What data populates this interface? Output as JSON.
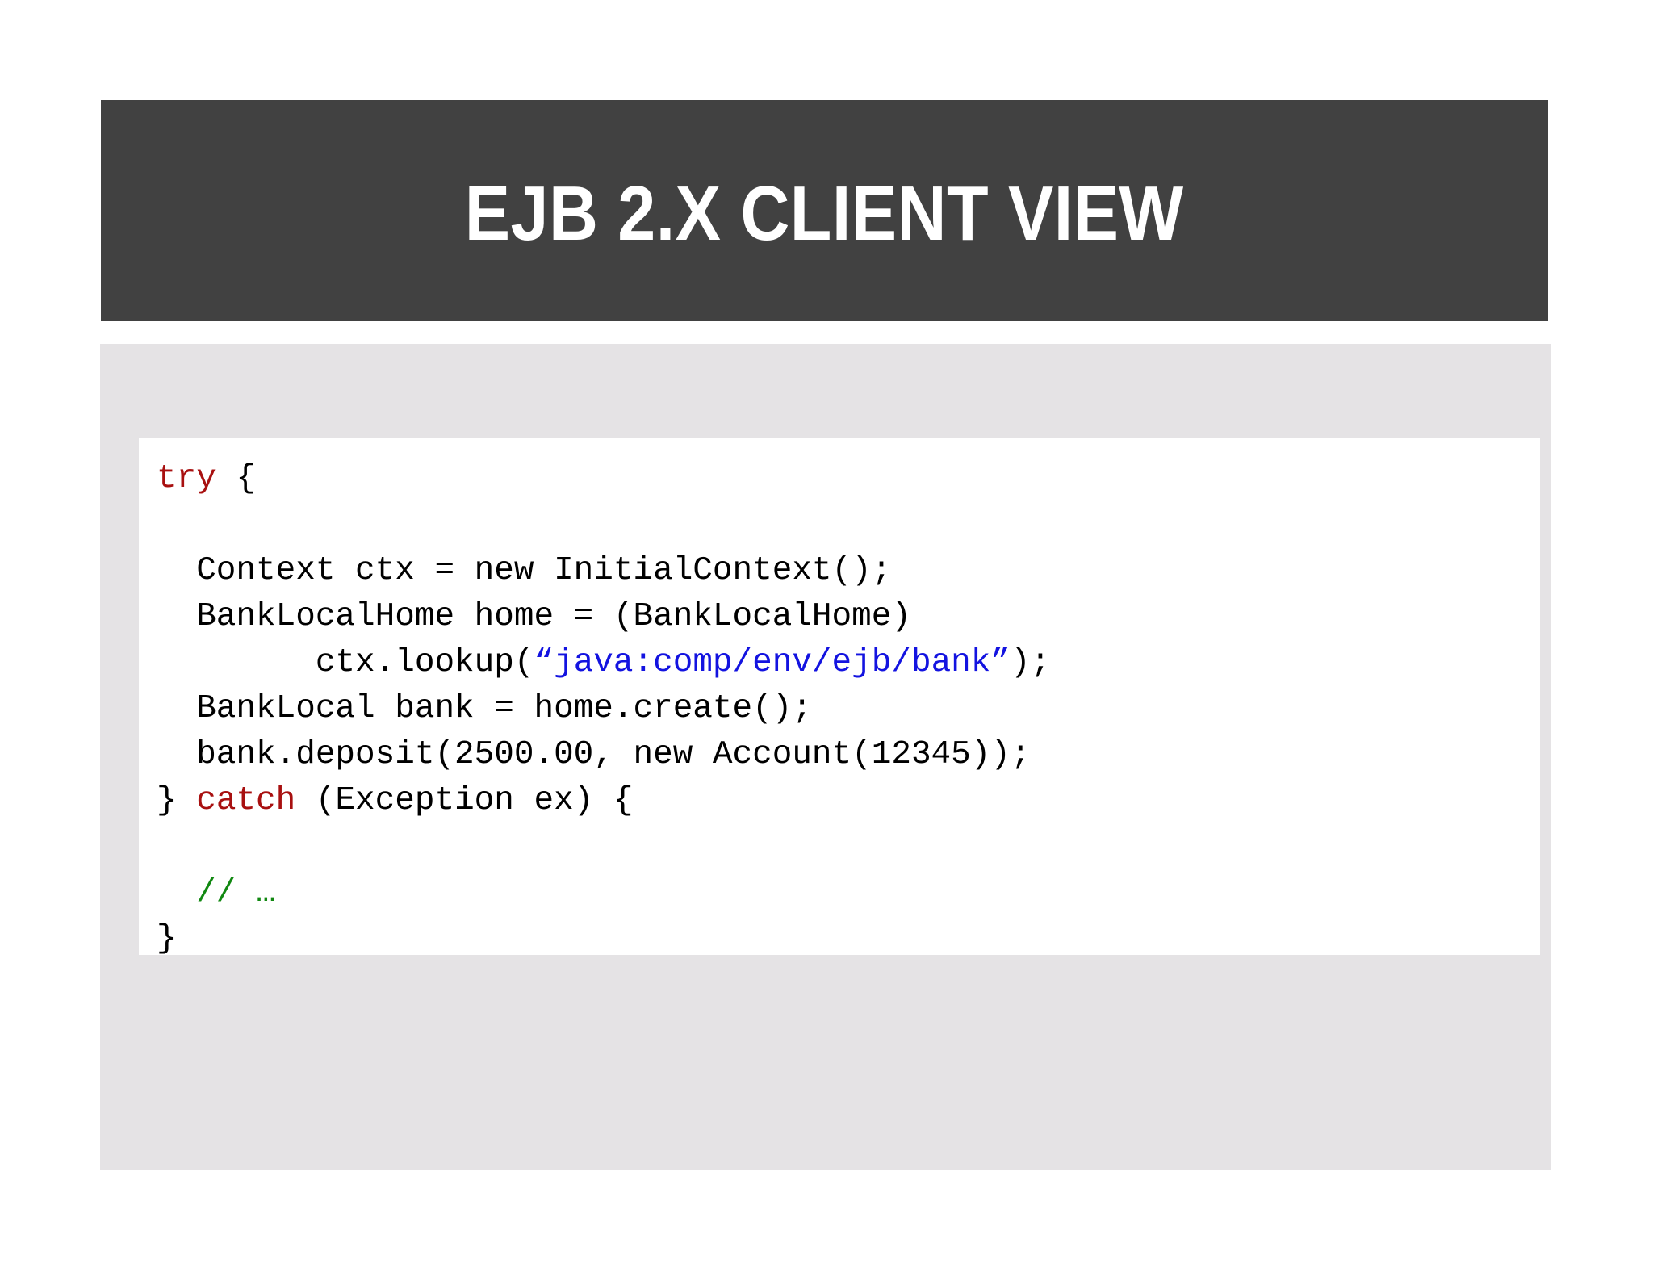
{
  "slide": {
    "title": "EJB 2.X CLIENT VIEW",
    "colors": {
      "title_bar_bg": "#414141",
      "title_text": "#ffffff",
      "body_panel_bg": "#e5e3e5",
      "code_card_bg": "#ffffff",
      "code_text": "#000000",
      "keyword": "#a81010",
      "string": "#1313e0",
      "comment": "#118811"
    }
  },
  "code": {
    "language": "java",
    "lines": [
      {
        "id": "line-1",
        "tokens": [
          {
            "t": "try",
            "c": "keyword"
          },
          {
            "t": " {",
            "c": "plain"
          }
        ]
      },
      {
        "id": "line-2",
        "tokens": [
          {
            "t": "",
            "c": "plain"
          }
        ]
      },
      {
        "id": "line-3",
        "tokens": [
          {
            "t": "  Context ctx = new InitialContext();",
            "c": "plain"
          }
        ]
      },
      {
        "id": "line-4",
        "tokens": [
          {
            "t": "  BankLocalHome home = (BankLocalHome)",
            "c": "plain"
          }
        ]
      },
      {
        "id": "line-5",
        "tokens": [
          {
            "t": "        ctx.lookup(",
            "c": "plain"
          },
          {
            "t": "“java:comp/env/ejb/bank”",
            "c": "string"
          },
          {
            "t": ");",
            "c": "plain"
          }
        ]
      },
      {
        "id": "line-6",
        "tokens": [
          {
            "t": "  BankLocal bank = home.create();",
            "c": "plain"
          }
        ]
      },
      {
        "id": "line-7",
        "tokens": [
          {
            "t": "  bank.deposit(2500.00, new Account(12345));",
            "c": "plain"
          }
        ]
      },
      {
        "id": "line-8",
        "tokens": [
          {
            "t": "} ",
            "c": "plain"
          },
          {
            "t": "catch",
            "c": "keyword"
          },
          {
            "t": " (Exception ex) {",
            "c": "plain"
          }
        ]
      },
      {
        "id": "line-9",
        "tokens": [
          {
            "t": "",
            "c": "plain"
          }
        ]
      },
      {
        "id": "line-10",
        "tokens": [
          {
            "t": "  // …",
            "c": "comment"
          }
        ]
      },
      {
        "id": "line-11",
        "tokens": [
          {
            "t": "}",
            "c": "plain"
          }
        ]
      }
    ],
    "plain_text": "try {\n\n  Context ctx = new InitialContext();\n  BankLocalHome home = (BankLocalHome)\n        ctx.lookup(“java:comp/env/ejb/bank”);\n  BankLocal bank = home.create();\n  bank.deposit(2500.00, new Account(12345));\n} catch (Exception ex) {\n\n  // …\n}"
  }
}
